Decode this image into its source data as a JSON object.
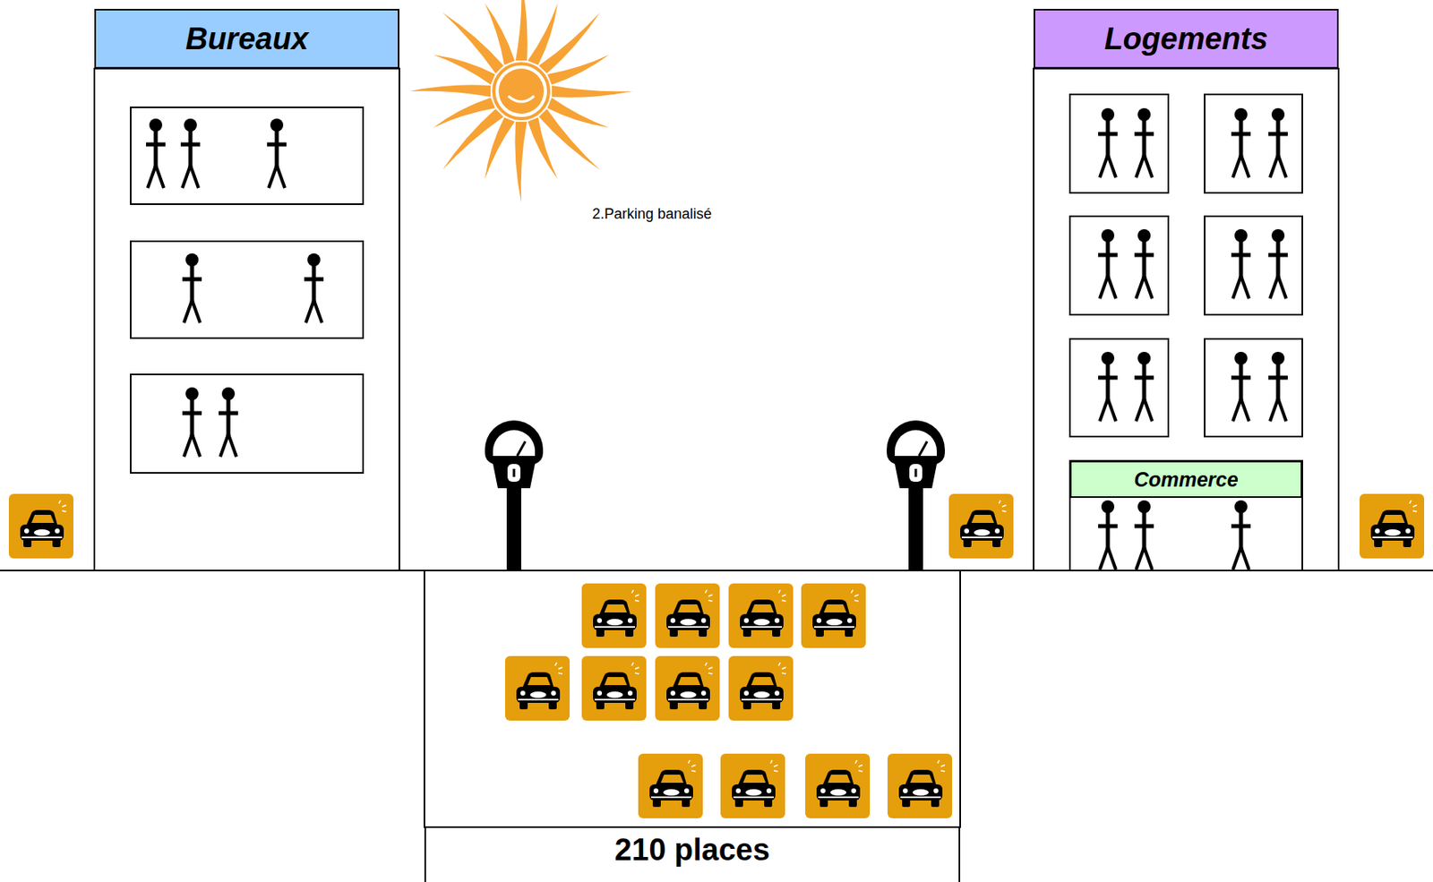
{
  "diagram": {
    "nodes": [
      {
        "text": [
          "Bureaux"
        ]
      },
      {
        "text": [
          "Logements"
        ]
      },
      {
        "text": [
          "Commerce"
        ]
      },
      {
        "text": [
          "210 places"
        ]
      }
    ],
    "labels": [
      "2.Parking banalisé"
    ]
  }
}
